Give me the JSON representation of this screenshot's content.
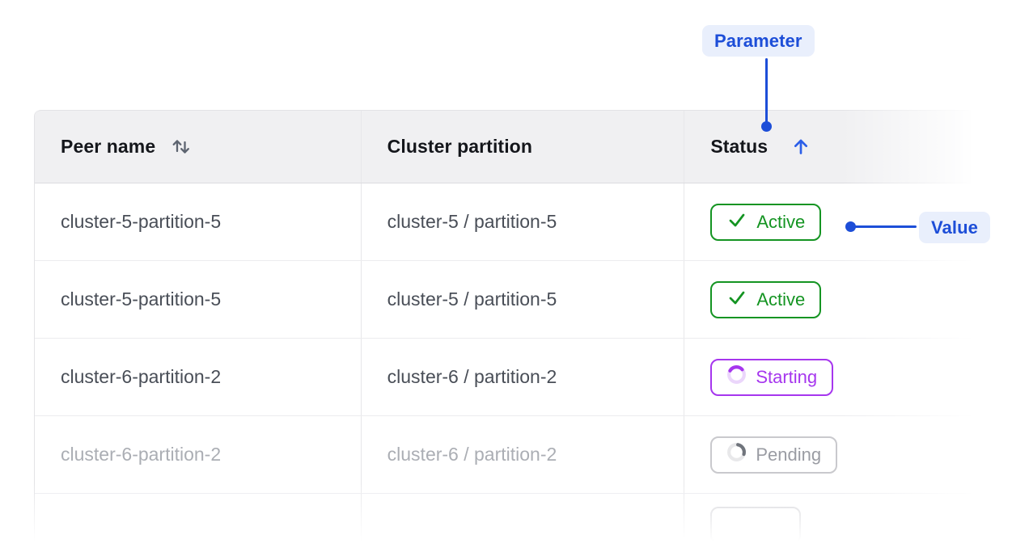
{
  "annotations": {
    "parameter_label": "Parameter",
    "value_label": "Value"
  },
  "table": {
    "columns": [
      {
        "label": "Peer name",
        "sort_icon": "sort-both"
      },
      {
        "label": "Cluster partition",
        "sort_icon": null
      },
      {
        "label": "Status",
        "sort_icon": "sort-ascending"
      }
    ],
    "rows": [
      {
        "peer_name": "cluster-5-partition-5",
        "cluster_partition": "cluster-5 / partition-5",
        "status": "Active",
        "status_kind": "active",
        "dimmed": false
      },
      {
        "peer_name": "cluster-5-partition-5",
        "cluster_partition": "cluster-5 / partition-5",
        "status": "Active",
        "status_kind": "active",
        "dimmed": false
      },
      {
        "peer_name": "cluster-6-partition-2",
        "cluster_partition": "cluster-6 / partition-2",
        "status": "Starting",
        "status_kind": "starting",
        "dimmed": false
      },
      {
        "peer_name": "cluster-6-partition-2",
        "cluster_partition": "cluster-6 / partition-2",
        "status": "Pending",
        "status_kind": "pending",
        "dimmed": true
      },
      {
        "peer_name": "",
        "cluster_partition": "",
        "status": "",
        "status_kind": "ghost",
        "dimmed": true
      }
    ]
  },
  "colors": {
    "accent_blue": "#1d4ed8",
    "sort_arrow_blue": "#2c5fe8",
    "callout_bg": "#e9effc",
    "status_active_green": "#149422",
    "status_starting_purple": "#a636ee",
    "status_pending_gray": "#9a9ca3",
    "header_bg": "#f0f0f2",
    "cell_text": "#494e57",
    "dimmed_text": "#abaeb4"
  }
}
